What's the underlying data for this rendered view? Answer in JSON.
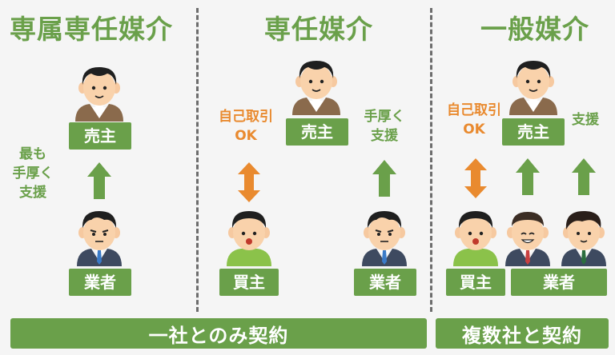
{
  "sections": {
    "exclusive_dedicated": {
      "title": "専属専任媒介",
      "seller_label": "売主",
      "agent_label": "業者",
      "support_note": [
        "最も",
        "手厚く",
        "支援"
      ]
    },
    "dedicated": {
      "title": "専任媒介",
      "seller_label": "売主",
      "buyer_label": "買主",
      "agent_label": "業者",
      "self_dealing_note": [
        "自己取引",
        "OK"
      ],
      "support_note": [
        "手厚く",
        "支援"
      ]
    },
    "general": {
      "title": "一般媒介",
      "seller_label": "売主",
      "buyer_label": "買主",
      "agent_label": "業者",
      "self_dealing_note": [
        "自己取引",
        "OK"
      ],
      "support_note": "支援"
    }
  },
  "banners": {
    "single_company": "一社とのみ契約",
    "multiple_companies": "複数社と契約"
  },
  "colors": {
    "green": "#6aa04a",
    "orange": "#e98a2f",
    "background": "#f5f5f5"
  }
}
